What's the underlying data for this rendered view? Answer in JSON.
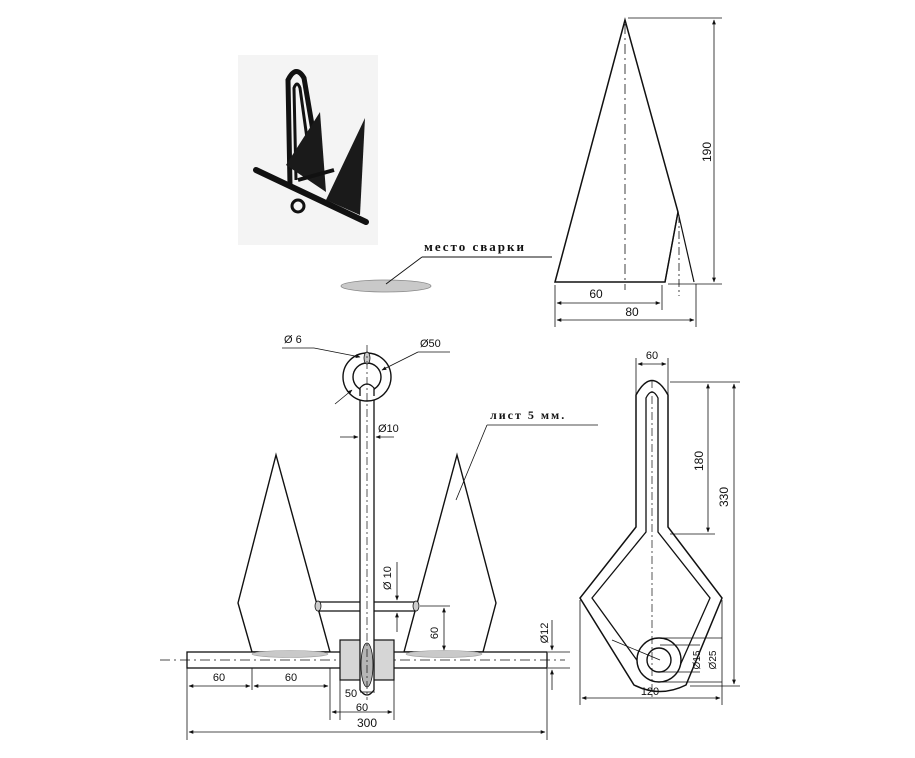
{
  "labels": {
    "weld_place": "место сварки",
    "sheet": "лист 5 мм.",
    "dim_190": "190",
    "dim_60_top": "60",
    "dim_80": "80",
    "dia_6": "Ø 6",
    "dia_50": "Ø50",
    "dia_10_top": "Ø10",
    "dia_10_side": "Ø 10",
    "dim_60_vert": "60",
    "dia_12": "Ø12",
    "dim_60_a": "60",
    "dim_60_b": "60",
    "dim_50": "50",
    "dim_60_c": "60",
    "dim_300": "300",
    "dim_60_shank": "60",
    "dim_180": "180",
    "dim_330": "330",
    "dia_15": "Ø15",
    "dia_25": "Ø25",
    "dim_120": "120"
  },
  "colors": {
    "line": "#111111",
    "weld": "#c9c9c9",
    "hub": "#d6d6d6"
  },
  "icons": {
    "photo": "anchor-photo-icon"
  }
}
